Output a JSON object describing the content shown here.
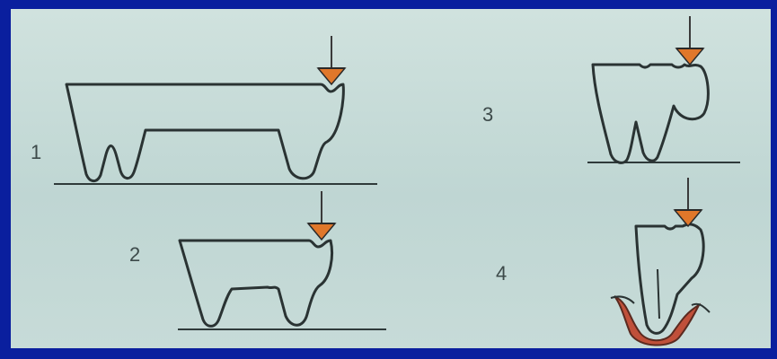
{
  "figure": {
    "labels": [
      "1",
      "2",
      "3",
      "4"
    ],
    "panels": [
      {
        "number": "1",
        "description": "tooth"
      },
      {
        "number": "2",
        "description": "tooth"
      },
      {
        "number": "3",
        "description": "tooth"
      },
      {
        "number": "4",
        "description": "tooth"
      }
    ]
  },
  "colors": {
    "border": "#0a1f9e",
    "background": "#c3d9d6",
    "outline": "#2a3333",
    "load_arrow_fill": "#e0772a",
    "bone_fill": "#c0503a"
  },
  "icons": {
    "load": "downward-arrow-with-triangle-icon"
  }
}
